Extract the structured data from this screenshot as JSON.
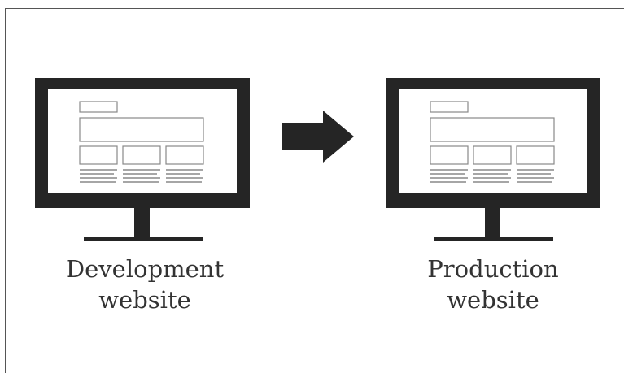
{
  "nodes": [
    {
      "id": "dev",
      "label_lines": [
        "Development",
        "website"
      ]
    },
    {
      "id": "prod",
      "label_lines": [
        "Production",
        "website"
      ]
    }
  ],
  "edges": [
    {
      "from": "dev",
      "to": "prod",
      "style": "solid-block-arrow"
    }
  ],
  "colors": {
    "monitor": "#252525",
    "wireframe": "#888888",
    "text": "#333333",
    "frame": "#555555"
  }
}
